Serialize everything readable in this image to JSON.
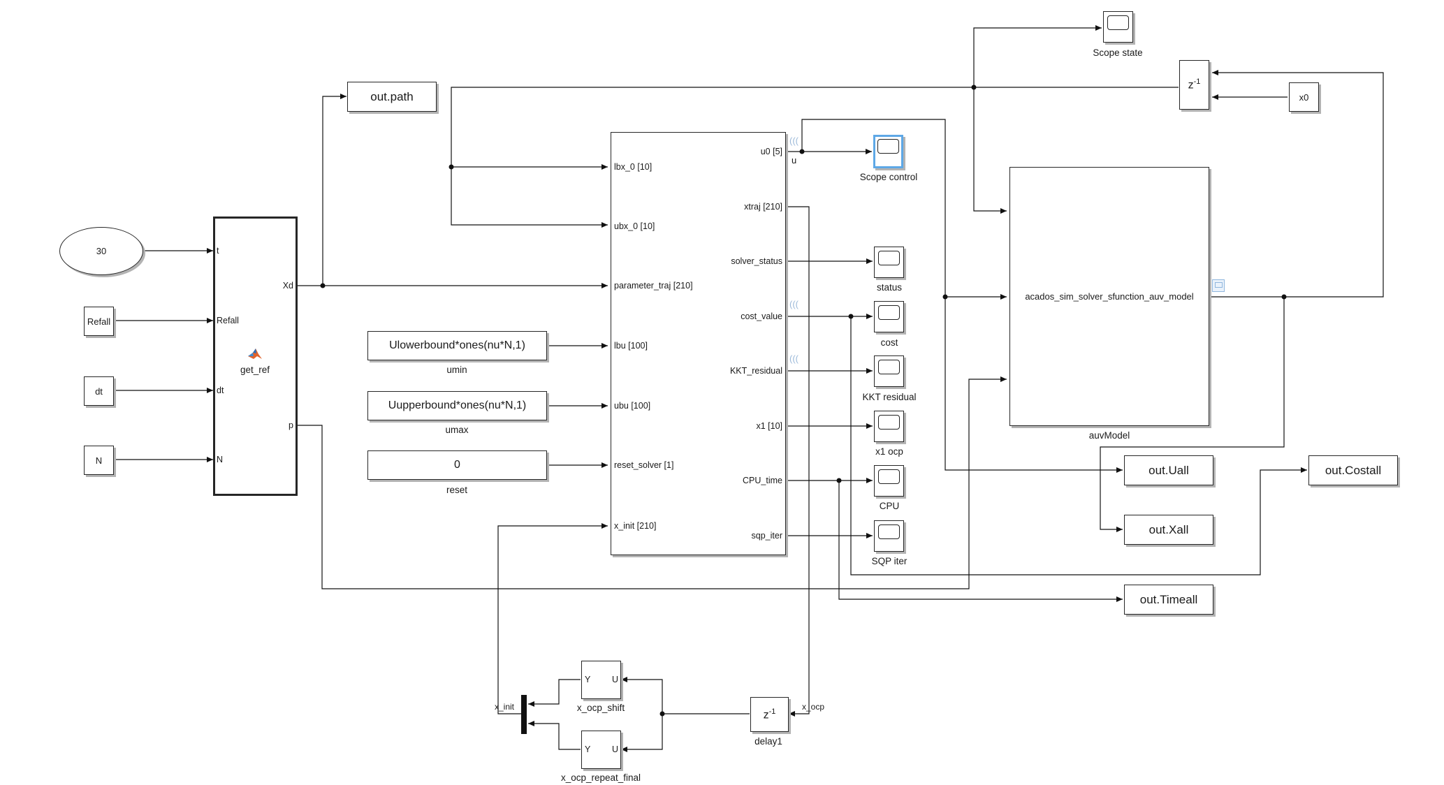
{
  "constants": {
    "t_value": "30",
    "refall": "Refall",
    "dt": "dt",
    "N": "N",
    "umin_expr": "Ulowerbound*ones(nu*N,1)",
    "umin_label": "umin",
    "umax_expr": "Uupperbound*ones(nu*N,1)",
    "umax_label": "umax",
    "reset_value": "0",
    "reset_label": "reset",
    "x0": "x0"
  },
  "get_ref": {
    "name": "get_ref",
    "inputs": [
      "t",
      "Refall",
      "dt",
      "N"
    ],
    "outputs": [
      "Xd",
      "p"
    ],
    "icon": "matlab-function-icon"
  },
  "outports": {
    "path": "out.path",
    "uall": "out.Uall",
    "xall": "out.Xall",
    "timeall": "out.Timeall",
    "costall": "out.Costall"
  },
  "solver": {
    "inputs": [
      "lbx_0 [10]",
      "ubx_0 [10]",
      "parameter_traj [210]",
      "lbu [100]",
      "ubu [100]",
      "reset_solver [1]",
      "x_init [210]"
    ],
    "outputs": [
      "u0 [5]",
      "xtraj [210]",
      "solver_status",
      "cost_value",
      "KKT_residual",
      "x1 [10]",
      "CPU_time",
      "sqp_iter"
    ]
  },
  "scopes": {
    "state": "Scope state",
    "control": "Scope control",
    "status": "status",
    "cost": "cost",
    "kkt": "KKT residual",
    "x1ocp": "x1 ocp",
    "cpu": "CPU",
    "sqp": "SQP iter"
  },
  "delay_top": {
    "label": "z",
    "sup": "-1"
  },
  "auv": {
    "inner": "acados_sim_solver_sfunction_auv_model",
    "name": "auvModel"
  },
  "signals": {
    "u": "u",
    "x_ocp": "x_ocp",
    "x_init": "x_init"
  },
  "shift": {
    "in": "U",
    "out": "Y",
    "name1": "x_ocp_shift",
    "name2": "x_ocp_repeat_final"
  },
  "delay1": {
    "label": "z",
    "sup": "-1",
    "name": "delay1"
  }
}
